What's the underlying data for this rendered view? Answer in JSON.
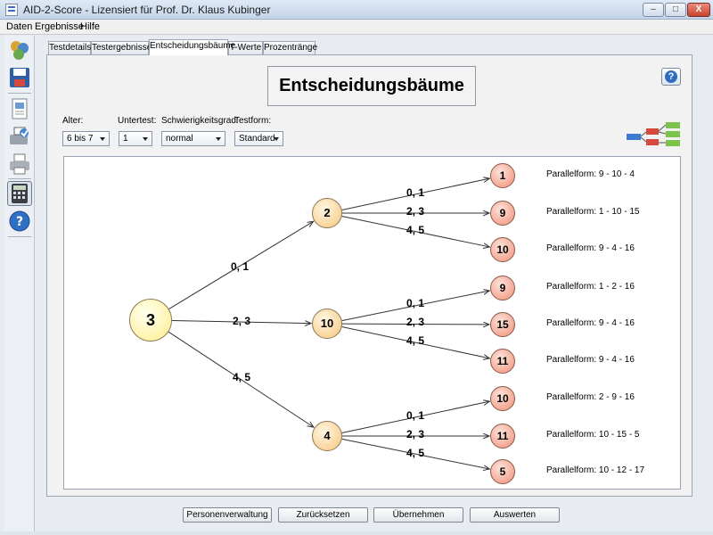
{
  "window": {
    "title": "AID-2-Score - Lizensiert für Prof. Dr. Klaus Kubinger",
    "min_label": "–",
    "max_label": "□",
    "close_label": "X"
  },
  "menu": [
    "Daten",
    "Ergebnisse",
    "Hilfe"
  ],
  "toolbar": {
    "icons": [
      "persons-icon",
      "save-icon",
      "document-icon",
      "print-preview-icon",
      "printer-icon",
      "calculator-icon",
      "help-icon"
    ]
  },
  "tabs": [
    {
      "label": "Testdetails",
      "active": false
    },
    {
      "label": "Testergebnisse",
      "active": false
    },
    {
      "label": "Entscheidungsbäume",
      "active": true
    },
    {
      "label": "T-Werte",
      "active": false
    },
    {
      "label": "Prozentränge",
      "active": false
    }
  ],
  "panel": {
    "heading": "Entscheidungsbäume",
    "help_label": "?",
    "controls": [
      {
        "label": "Alter:",
        "value": "6 bis 7"
      },
      {
        "label": "Untertest:",
        "value": "1"
      },
      {
        "label": "Schwierigkeitsgrad:",
        "value": "normal"
      },
      {
        "label": "Testform:",
        "value": "Standard"
      }
    ]
  },
  "tree": {
    "root": "3",
    "root_edges": [
      "0, 1",
      "2, 3",
      "4, 5"
    ],
    "mid_nodes": [
      "2",
      "10",
      "4"
    ],
    "mid_edges": [
      "0, 1",
      "2, 3",
      "4, 5"
    ],
    "leaves": [
      {
        "value": "1",
        "parallelform": "Parallelform: 9 - 10 - 4"
      },
      {
        "value": "9",
        "parallelform": "Parallelform: 1 - 10 - 15"
      },
      {
        "value": "10",
        "parallelform": "Parallelform: 9 - 4 - 16"
      },
      {
        "value": "9",
        "parallelform": "Parallelform: 1 - 2 - 16"
      },
      {
        "value": "15",
        "parallelform": "Parallelform: 9 - 4 - 16"
      },
      {
        "value": "11",
        "parallelform": "Parallelform: 9 - 4 - 16"
      },
      {
        "value": "10",
        "parallelform": "Parallelform: 2 - 9 - 16"
      },
      {
        "value": "11",
        "parallelform": "Parallelform: 10 - 15 - 5"
      },
      {
        "value": "5",
        "parallelform": "Parallelform: 10 - 12 - 17"
      }
    ]
  },
  "buttons": [
    "Personenverwaltung",
    "Zurücksetzen",
    "Übernehmen",
    "Auswerten"
  ],
  "colors": {
    "root_fill": "#ffef8a",
    "mid_fill": "#f7c67a",
    "leaf_fill": "#f08e74",
    "edge": "#333333"
  }
}
